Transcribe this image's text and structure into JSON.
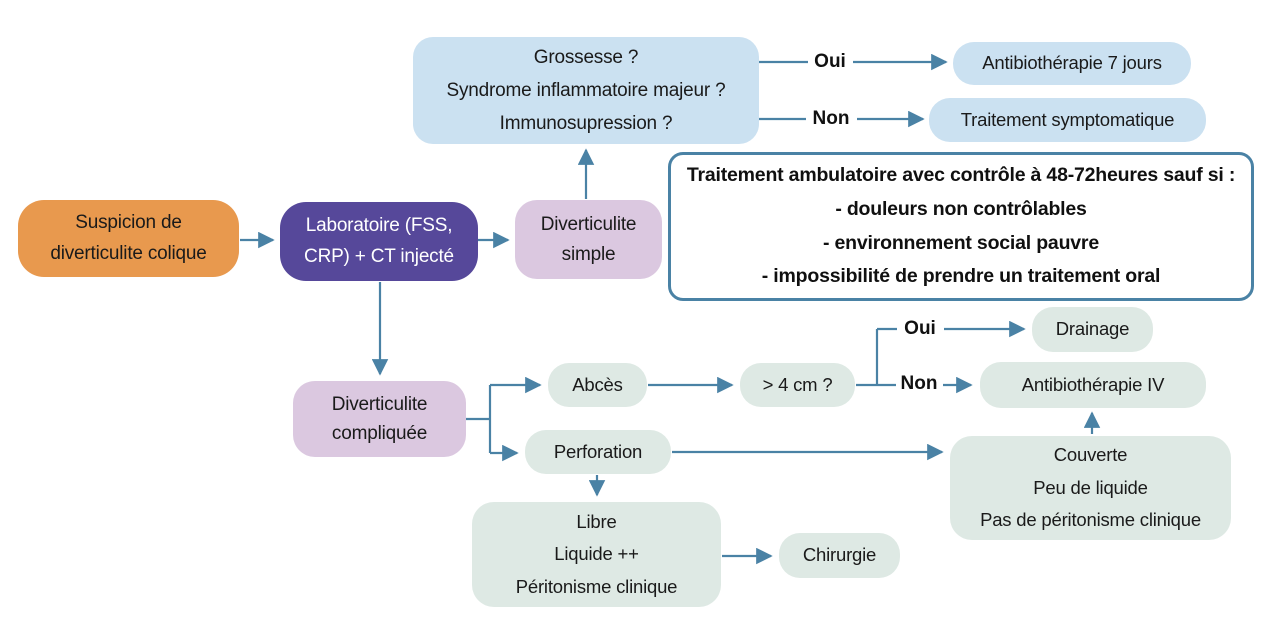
{
  "figure": {
    "type": "flowchart",
    "language": "fr",
    "topic": "Prise en charge de la diverticulite colique"
  },
  "colors": {
    "orange_node": "#E8994E",
    "purple_node": "#56489A",
    "lavender_node": "#DBC8E0",
    "blue_node": "#CBE1F1",
    "mint_node": "#DEE9E4",
    "connector_line": "#4A82A5",
    "outline_box_border": "#4A82A5",
    "text_dark": "#1a1a1a",
    "text_white": "#ffffff"
  },
  "nodes": {
    "suspicion": {
      "lines": [
        "Suspicion de",
        "diverticulite colique"
      ]
    },
    "laboratoire": {
      "lines": [
        "Laboratoire (FSS,",
        "CRP) + CT injecté"
      ]
    },
    "diverticulite_simple": {
      "lines": [
        "Diverticulite",
        "simple"
      ]
    },
    "questions": {
      "lines": [
        "Grossesse ?",
        "Syndrome inflammatoire majeur ?",
        "Immunosupression ?"
      ]
    },
    "antibiotherapie_7j": {
      "label": "Antibiothérapie 7 jours"
    },
    "traitement_symptomatique": {
      "label": "Traitement symptomatique"
    },
    "ambulatoire_note": {
      "lines": [
        "Traitement ambulatoire avec contrôle à 48-72heures sauf si :",
        "- douleurs non contrôlables",
        "- environnement social pauvre",
        "- impossibilité de prendre un traitement oral"
      ]
    },
    "diverticulite_compliquee": {
      "lines": [
        "Diverticulite",
        "compliquée"
      ]
    },
    "abces": {
      "label": "Abcès"
    },
    "sup_4cm": {
      "label": "> 4 cm ?"
    },
    "drainage": {
      "label": "Drainage"
    },
    "antibiotherapie_iv": {
      "label": "Antibiothérapie IV"
    },
    "perforation": {
      "label": "Perforation"
    },
    "couverte": {
      "lines": [
        "Couverte",
        "Peu de liquide",
        "Pas de péritonisme clinique"
      ]
    },
    "libre": {
      "lines": [
        "Libre",
        "Liquide ++",
        "Péritonisme clinique"
      ]
    },
    "chirurgie": {
      "label": "Chirurgie"
    }
  },
  "edge_labels": {
    "oui_top": "Oui",
    "non_top": "Non",
    "oui_mid": "Oui",
    "non_mid": "Non"
  }
}
